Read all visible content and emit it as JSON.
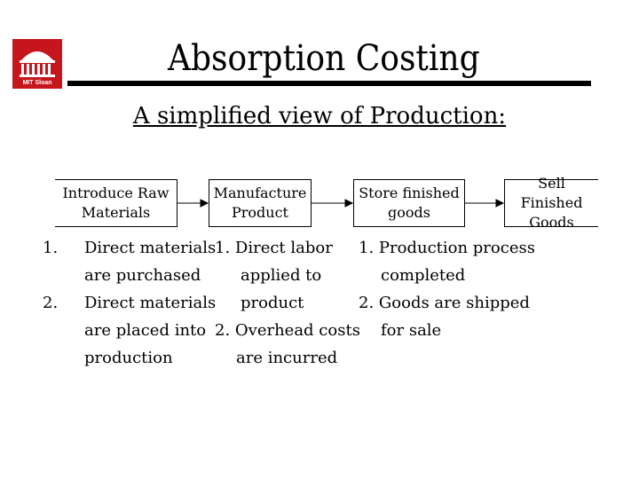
{
  "slide": {
    "title": "Absorption Costing",
    "subtitle": "A simplified view of Production:",
    "logo_text": "MIT Sloan"
  },
  "flow": {
    "boxes": [
      {
        "line1": "Introduce Raw",
        "line2": "Materials"
      },
      {
        "line1": "Manufacture",
        "line2": "Product"
      },
      {
        "line1": "Store finished",
        "line2": "goods"
      },
      {
        "line1": "Sell Finished",
        "line2": "Goods"
      }
    ]
  },
  "columns": {
    "col1": {
      "item1_num": "1.",
      "item1_l1": "Direct materials",
      "item1_l2": "are purchased",
      "item2_num": "2.",
      "item2_l1": "Direct materials",
      "item2_l2": "are placed into",
      "item2_l3": "production"
    },
    "col2": {
      "item1_l1": "1.  Direct labor",
      "item1_l2": "applied to",
      "item1_l3": "product",
      "item2_l1": "2. Overhead costs",
      "item2_l2": "are incurred"
    },
    "col3": {
      "item1_l1": "1.  Production process",
      "item1_l2": "completed",
      "item2_l1": "2.  Goods are shipped",
      "item2_l2": "for sale"
    }
  }
}
